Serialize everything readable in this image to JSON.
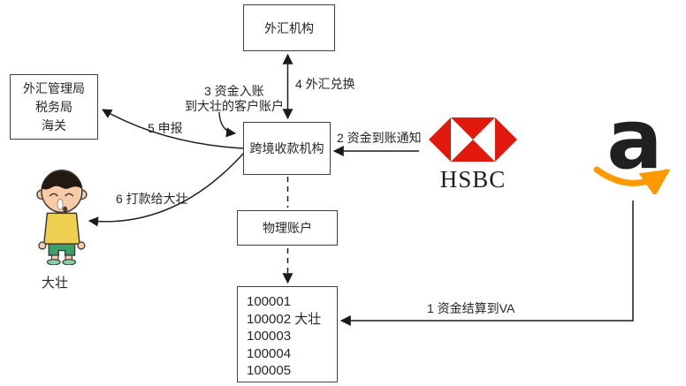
{
  "diagram": {
    "boxes": {
      "forex_agency": {
        "label": "外汇机构"
      },
      "regulators": {
        "line1": "外汇管理局",
        "line2": "税务局",
        "line3": "海关"
      },
      "cross_border": {
        "label": "跨境收款机构"
      },
      "physical_account": {
        "label": "物理账户"
      },
      "accounts": {
        "rows": [
          "100001",
          "100002 大壮",
          "100003",
          "100004",
          "100005"
        ]
      }
    },
    "arrows": {
      "step1": {
        "label": "1 资金结算到VA"
      },
      "step2": {
        "label": "2 资金到账通知"
      },
      "step3": {
        "label_line1": "3 资金入账",
        "label_line2": "到大壮的客户账户"
      },
      "step4": {
        "label": "4 外汇兑换"
      },
      "step5": {
        "label": "5 申报"
      },
      "step6": {
        "label": "6 打款给大壮"
      }
    },
    "person": {
      "name": "大壮"
    },
    "logos": {
      "hsbc": {
        "text": "HSBC",
        "brand_color": "#E0190C",
        "text_color": "#1d1d1b"
      },
      "amazon": {
        "letter": "a",
        "smile_color": "#FF9900",
        "letter_color": "#221F1F"
      }
    },
    "colors": {
      "line": "#1a1a1a",
      "box_border": "#404040",
      "background": "#ffffff"
    }
  }
}
